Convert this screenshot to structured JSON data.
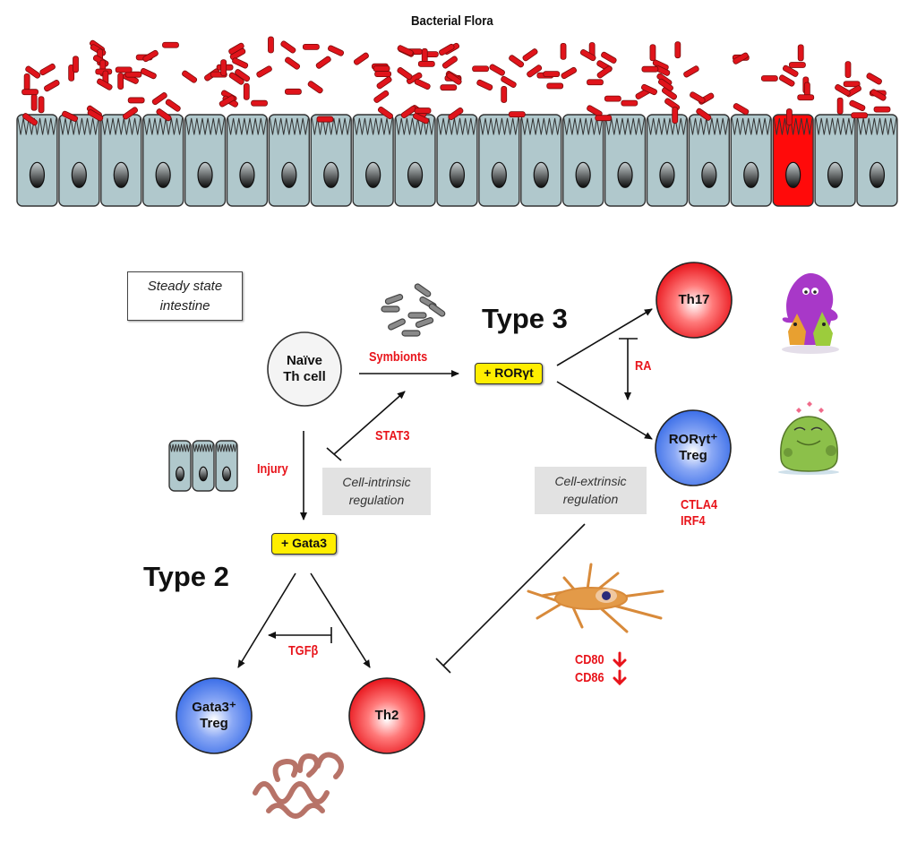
{
  "header": {
    "title": "Bacterial Flora"
  },
  "steady_state_box": {
    "line1": "Steady state",
    "line2": "intestine"
  },
  "naive_cell": {
    "line1": "Naïve",
    "line2": "Th cell"
  },
  "type3": {
    "heading": "Type 3",
    "transcription_factor": "+ RORγt",
    "th17": {
      "label": "Th17",
      "color": "#e8141b"
    },
    "treg": {
      "line1": "RORγt⁺",
      "line2": "Treg",
      "color": "#3b6ee8"
    },
    "treg_markers": [
      "CTLA4",
      "IRF4"
    ],
    "inhibitor_label": "RA"
  },
  "type2": {
    "heading": "Type 2",
    "transcription_factor": "+ Gata3",
    "treg": {
      "line1": "Gata3⁺",
      "line2": "Treg",
      "color": "#3b6ee8"
    },
    "th2": {
      "label": "Th2",
      "color": "#e8141b"
    },
    "inhibitor_label": "TGFβ"
  },
  "edges": {
    "symbionts": "Symbionts",
    "injury": "Injury",
    "stat3": "STAT3"
  },
  "regulation": {
    "intrinsic": {
      "line1": "Cell-intrinsic",
      "line2": "regulation"
    },
    "extrinsic": {
      "line1": "Cell-extrinsic",
      "line2": "regulation"
    }
  },
  "dendritic_cell": {
    "markers": [
      {
        "label": "CD80",
        "trend": "down-arrow-icon"
      },
      {
        "label": "CD86",
        "trend": "down-arrow-icon"
      }
    ]
  },
  "colors": {
    "bacteria": "#e0141b",
    "epithelium": "#b0c8cc",
    "highlight_cell": "#ff0a0a",
    "label_red": "#e8141b",
    "factor_box": "#ffee00",
    "regulation_box": "#e2e2e2"
  },
  "icons": {
    "epithelium": "epithelial-layer-icon",
    "symbionts": "bacteria-cluster-icon",
    "pathogen": "angry-microbes-icon",
    "commensal": "happy-microbe-icon",
    "helminth": "worm-icon",
    "dc": "dendritic-cell-icon",
    "injured_epithelium": "epithelial-cells-icon"
  }
}
